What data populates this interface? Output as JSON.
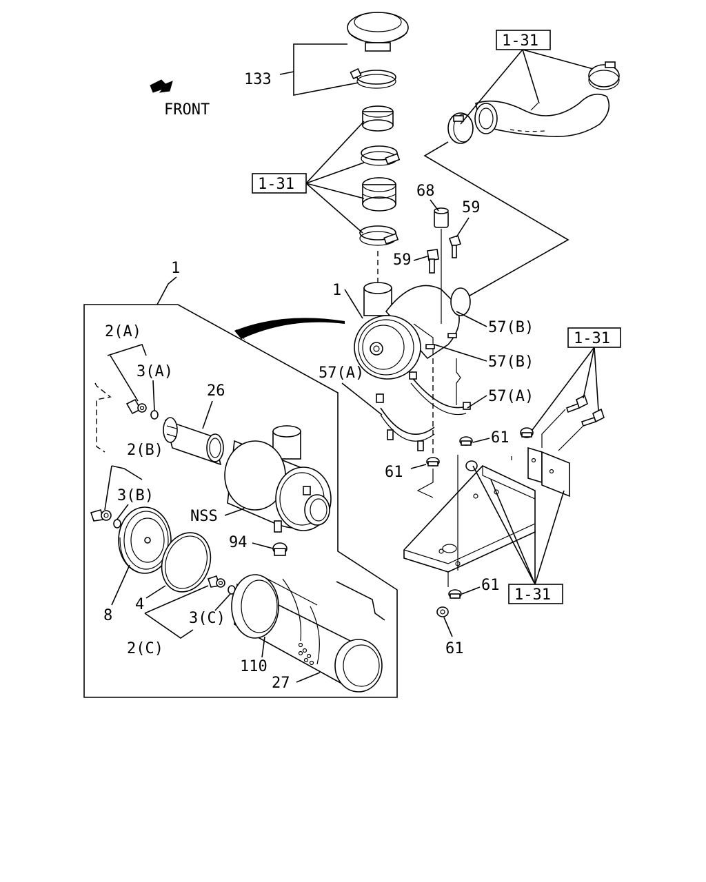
{
  "orientation": {
    "label": "FRONT"
  },
  "callouts": {
    "c133": "133",
    "ref_top_right": "1-31",
    "ref_clamps": "1-31",
    "ref_bracket_bolts": "1-31",
    "ref_bottom": "1-31",
    "c68": "68",
    "c59a": "59",
    "c59b": "59",
    "c1_main": "1",
    "c1_group": "1",
    "c57b_1": "57(B)",
    "c57b_2": "57(B)",
    "c57a_left": "57(A)",
    "c57a_right": "57(A)",
    "c61_a": "61",
    "c61_b": "61",
    "c61_c": "61",
    "c61_d": "61",
    "c2a": "2(A)",
    "c3a": "3(A)",
    "c26": "26",
    "c2b": "2(B)",
    "c3b": "3(B)",
    "cNSS": "NSS",
    "c94": "94",
    "c8": "8",
    "c4": "4",
    "c3c": "3(C)",
    "c2c": "2(C)",
    "c110": "110",
    "c27": "27"
  }
}
